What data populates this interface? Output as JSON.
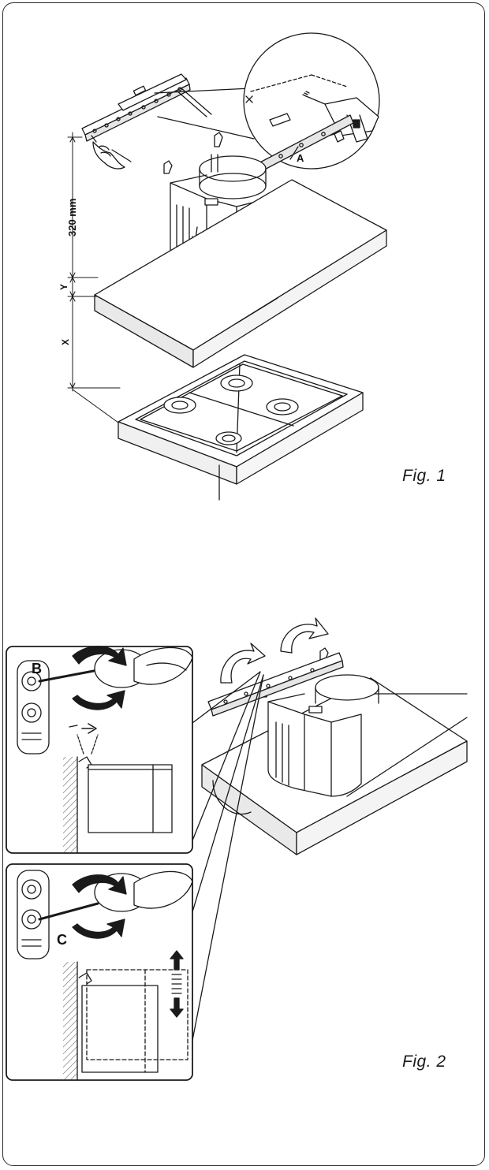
{
  "figure1": {
    "caption": "Fig. 1",
    "dimension_320": "320 mm",
    "dimension_y": "Y",
    "dimension_x": "X",
    "callout_a": "A"
  },
  "figure2": {
    "caption": "Fig. 2",
    "callout_b": "B",
    "callout_c": "C"
  },
  "colors": {
    "line": "#1a1a1a",
    "hatch": "#444444",
    "shade": "#d8d8d8"
  }
}
